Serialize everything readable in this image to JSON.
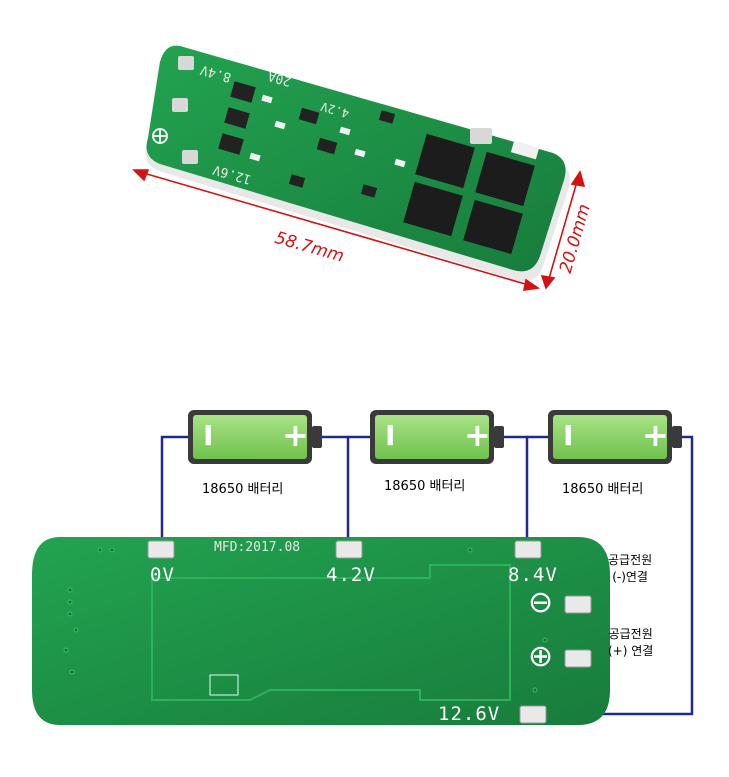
{
  "board_top": {
    "text_20a": "20A",
    "text_84v": "8.4V",
    "text_42v": "4.2V",
    "text_126v": "12.6V"
  },
  "dimensions": {
    "length": "58.7mm",
    "width": "20.0mm"
  },
  "batteries": [
    {
      "label": "18650 배터리",
      "minus": "I",
      "plus": "+"
    },
    {
      "label": "18650 배터리",
      "minus": "I",
      "plus": "+"
    },
    {
      "label": "18650 배터리",
      "minus": "I",
      "plus": "+"
    }
  ],
  "board_bottom": {
    "mfd": "MFD:2017.08",
    "pad_0v": "0V",
    "pad_42v": "4.2V",
    "pad_84v": "8.4V",
    "pad_126v": "12.6V",
    "neg_symbol": "⊖",
    "pos_symbol": "⊕"
  },
  "notes": {
    "neg_line1": "공급전원",
    "neg_line2": "(-)연결",
    "pos_line1": "공급전원",
    "pos_line2": "(+) 연결"
  },
  "colors": {
    "pcb": "#1f9148",
    "wire": "#1f2a8c",
    "battery": "#8fd66a",
    "dimension": "#d51212"
  }
}
